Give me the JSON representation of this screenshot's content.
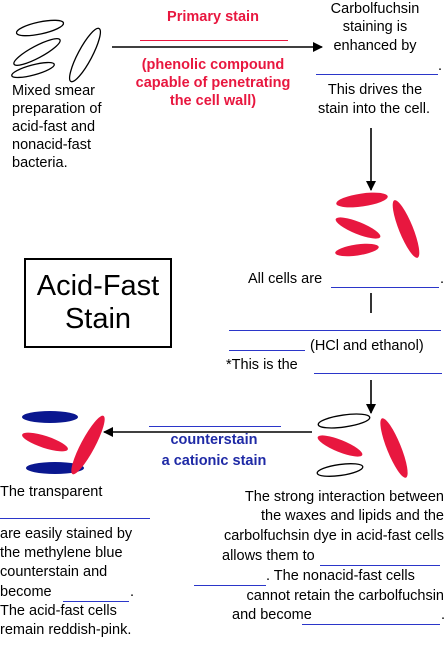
{
  "colors": {
    "red": "#e8173f",
    "blue": "#1f2aa6",
    "blank_line": "#2b36c9",
    "dark_blue_cell": "#0a178f"
  },
  "primary_stain": {
    "title": "Primary stain",
    "detail_1": "(phenolic compound",
    "detail_2": "capable of penetrating",
    "detail_3": "the cell wall)"
  },
  "smear_caption": [
    "Mixed smear",
    "preparation of",
    "acid-fast and",
    "nonacid-fast",
    "bacteria."
  ],
  "carbol": {
    "line_1": "Carbolfuchsin",
    "line_2": "staining is",
    "line_3": "enhanced by",
    "period": ".",
    "line_4": "This drives the",
    "line_5": "stain into the cell."
  },
  "title_box": {
    "line_1": "Acid-Fast",
    "line_2": "Stain"
  },
  "all_cells": {
    "text": "All cells are",
    "period": "."
  },
  "decolor": {
    "reagent": "(HCl and ethanol)",
    "this_is": "*This is the"
  },
  "counterstain": {
    "line_1": "counterstain",
    "line_2": "a cationic stain"
  },
  "left_bottom": {
    "line_1": "The transparent",
    "line_2": "are easily stained by",
    "line_3": "the methylene blue",
    "line_4": "counterstain and",
    "line_5": "become",
    "line_5_end": ".",
    "line_6": "The acid-fast cells",
    "line_7": "remain reddish-pink."
  },
  "right_bottom": {
    "line_1": "The strong interaction between",
    "line_2": "the waxes and lipids and the",
    "line_3": "carbolfuchsin dye in acid-fast cells",
    "line_4": "allows them to",
    "line_5_end": ".  The nonacid-fast cells",
    "line_6": "cannot retain the carbolfuchsin",
    "line_7": "and become",
    "line_7_end": "."
  }
}
